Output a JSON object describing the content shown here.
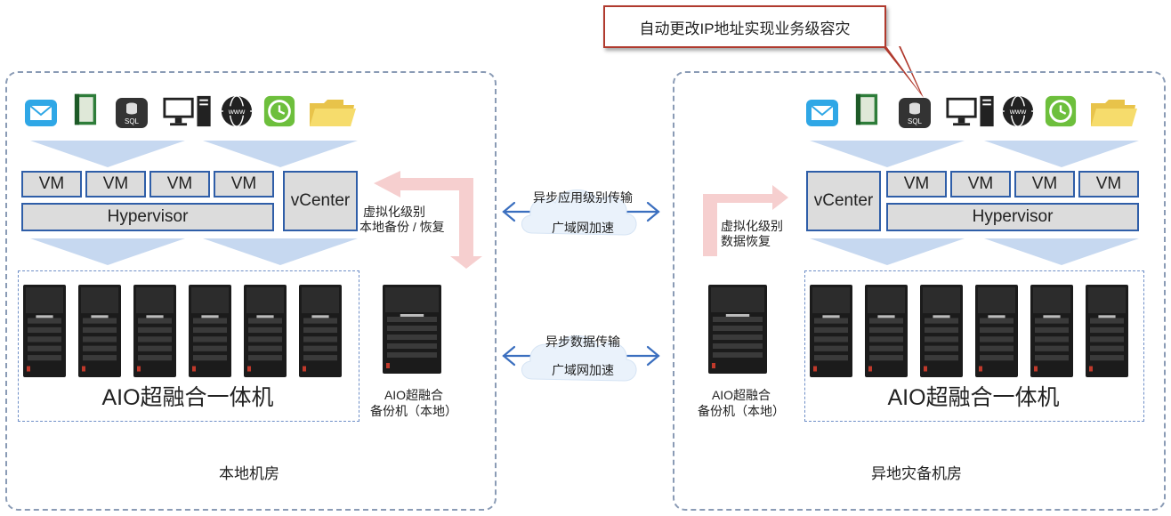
{
  "callout": {
    "text": "自动更改IP地址实现业务级容灾"
  },
  "local": {
    "site_label": "本地机房",
    "vms": [
      "VM",
      "VM",
      "VM",
      "VM"
    ],
    "hypervisor": "Hypervisor",
    "vcenter": "vCenter",
    "cluster_label": "AIO超融合一体机",
    "backup_label_line1": "AIO超融合",
    "backup_label_line2": "备份机（本地）",
    "recovery_line1": "虚拟化级别",
    "recovery_line2": "本地备份 / 恢复"
  },
  "remote": {
    "site_label": "异地灾备机房",
    "vms": [
      "VM",
      "VM",
      "VM",
      "VM"
    ],
    "hypervisor": "Hypervisor",
    "vcenter": "vCenter",
    "cluster_label": "AIO超融合一体机",
    "backup_label_line1": "AIO超融合",
    "backup_label_line2": "备份机（本地）",
    "recovery_line1": "虚拟化级别",
    "recovery_line2": "数据恢复"
  },
  "links": [
    {
      "top": "异步应用级别传输",
      "bottom": "广域网加速"
    },
    {
      "top": "异步数据传输",
      "bottom": "广域网加速"
    }
  ],
  "icons": [
    "mail-icon",
    "book-icon",
    "sql-database-icon",
    "computer-icon",
    "www-globe-icon",
    "clock-icon",
    "folder-icon"
  ],
  "icon_text": {
    "sql": "SQL",
    "www": "www"
  },
  "colors": {
    "box_border": "#2f5ea8",
    "box_fill": "#dcdcdc",
    "flow_arrow": "#c6d8f0",
    "recovery_arrow": "#f6cfcf",
    "callout_border": "#b03a2e",
    "link_arrow": "#3b6fbf"
  }
}
